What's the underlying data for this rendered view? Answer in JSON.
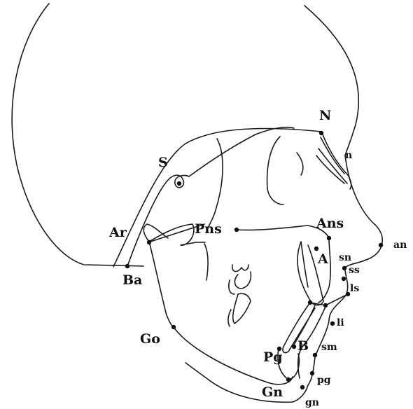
{
  "diagram": {
    "labels": {
      "N": "N",
      "S": "S",
      "Ar": "Ar",
      "Ba": "Ba",
      "Pns": "Pns",
      "Ans": "Ans",
      "A": "A",
      "Go": "Go",
      "B": "B",
      "Pg": "Pg",
      "Gn": "Gn",
      "n": "n",
      "an": "an",
      "sn": "sn",
      "ss": "ss",
      "ls": "ls",
      "li": "li",
      "sm": "sm",
      "pg": "pg",
      "gn": "gn"
    },
    "colors": {
      "ink": "#111111",
      "background": "#ffffff"
    }
  }
}
